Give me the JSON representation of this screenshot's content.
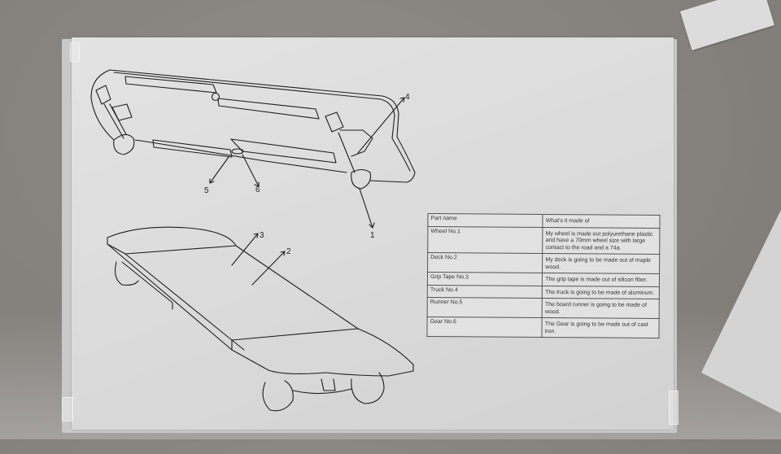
{
  "scene": {
    "description": "Photo of a hand-drawn skateboard design sheet with a parts/materials table, lying on a gray textured table",
    "colors": {
      "table_surface": "#85817d",
      "paper": "#dcdcdc",
      "ink": "#1e1e1e",
      "table_text": "#333333"
    }
  },
  "drawing": {
    "top_view_callouts": [
      "4",
      "5",
      "6",
      "1"
    ],
    "deck_view_callouts": [
      "3",
      "2"
    ]
  },
  "parts_table": {
    "headers": [
      "Part name",
      "What's it made of"
    ],
    "rows": [
      {
        "part": "Wheel  No.1",
        "material": "My wheel is made out polyurethane plastic and have a 70mm wheel size with large contact to the road and a 74a."
      },
      {
        "part": "Deck No.2",
        "material": "My deck is going to be made out of maple wood."
      },
      {
        "part": "Grip Tape No.3",
        "material": "The grip tape is made out of silicon fiber."
      },
      {
        "part": "Truck No.4",
        "material": "The truck is going to be made of aluminum."
      },
      {
        "part": "Runner No.5",
        "material": "The board runner is going to be made of wood."
      },
      {
        "part": "Gear No.6",
        "material": "The Gear is going to be made out of cast iron."
      }
    ]
  }
}
